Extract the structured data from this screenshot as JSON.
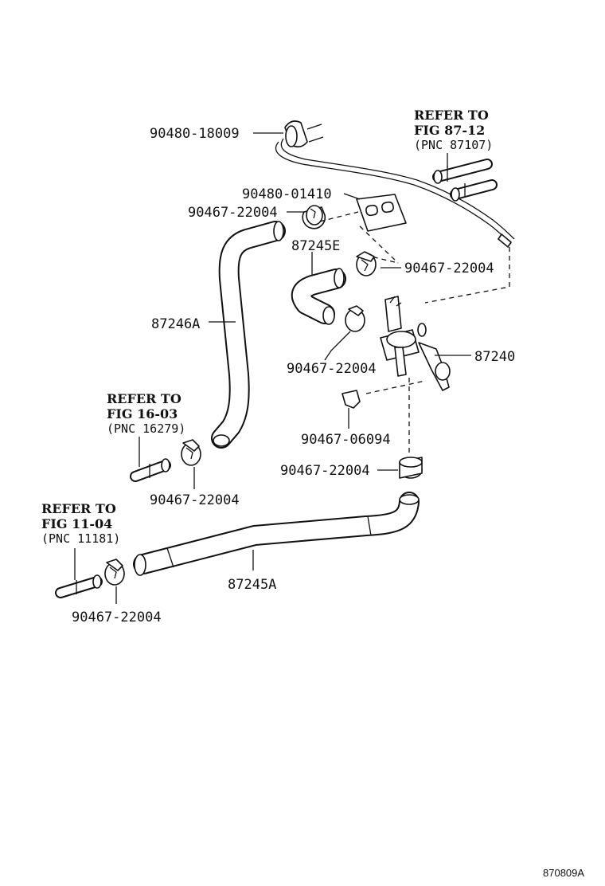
{
  "diagram": {
    "figure_code": "870809A",
    "parts": {
      "cable": "90480-18009",
      "grommet": "90480-01410",
      "clip_top": "90467-22004",
      "hose_e": "87245E",
      "clip_right": "90467-22004",
      "hose_a": "87246A",
      "clip_mid": "90467-22004",
      "valve": "87240",
      "clip_valve": "90467-06094",
      "clip_lower_right": "90467-22004",
      "clip_lower_left": "90467-22004",
      "hose_b": "87245A",
      "clip_bottom": "90467-22004"
    },
    "refs": {
      "top": {
        "line1": "REFER TO",
        "line2": "FIG 87-12",
        "line3": "(PNC 87107)"
      },
      "middle": {
        "line1": "REFER TO",
        "line2": "FIG 16-03",
        "line3": "(PNC 16279)"
      },
      "bottom": {
        "line1": "REFER TO",
        "line2": "FIG 11-04",
        "line3": "(PNC 11181)"
      }
    }
  }
}
